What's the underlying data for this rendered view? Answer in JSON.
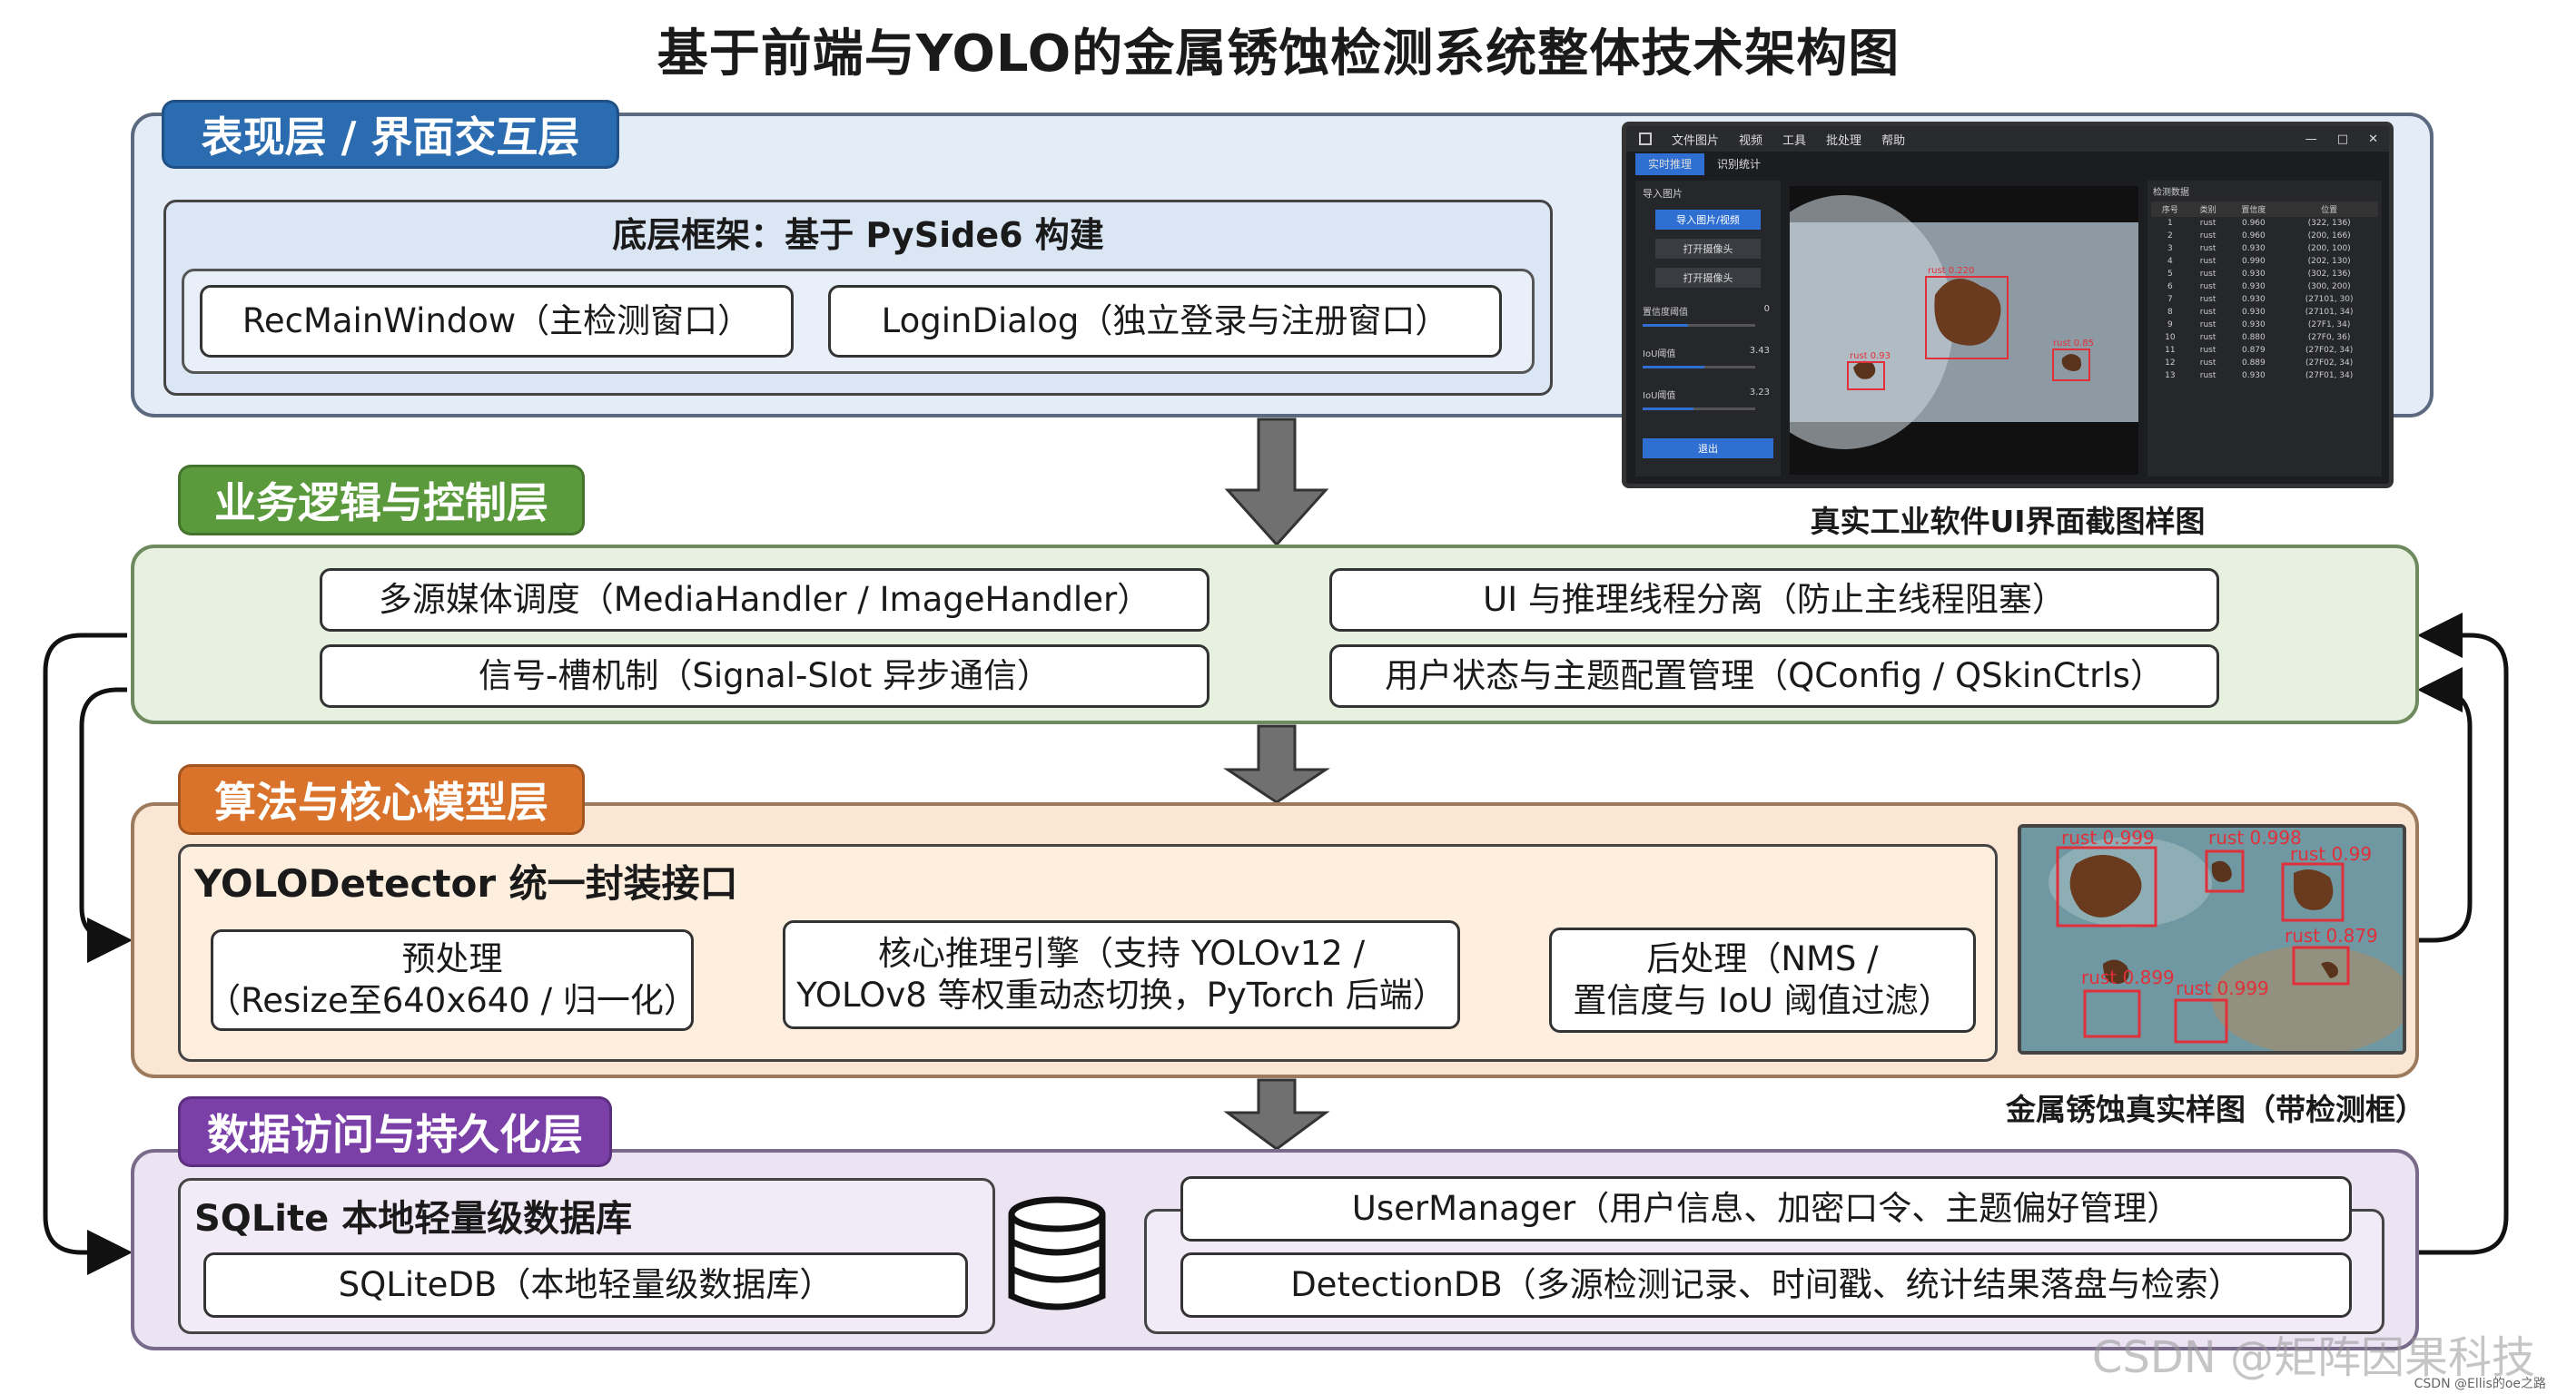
{
  "title": "基于前端与YOLO的金属锈蚀检测系统整体技术架构图",
  "colors": {
    "presentation": "#2b6cb0",
    "presentation_bg": "#e3ecf7",
    "business": "#5b9a3c",
    "business_bg": "#e7f1df",
    "algorithm": "#d9722a",
    "algorithm_bg": "#fbe6d3",
    "data": "#7b3fa8",
    "data_bg": "#ece3f3",
    "arrow": "#707070",
    "detect_box": "#e0303a"
  },
  "presentation": {
    "label": "表现层 / 界面交互层",
    "framework_title": "底层框架：基于 PySide6 构建",
    "main_window": "RecMainWindow（主检测窗口）",
    "login_dialog": "LoginDialog（独立登录与注册窗口）",
    "screenshot_caption": "真实工业软件UI界面截图样图"
  },
  "ui_screenshot": {
    "menu": [
      "文件图片",
      "视频",
      "工具",
      "批处理",
      "帮助"
    ],
    "window_controls": [
      "—",
      "□",
      "✕"
    ],
    "tabs": [
      "实时推理",
      "识别统计"
    ],
    "panel_title": "导入图片",
    "buttons": [
      "导入图片/视频",
      "打开摄像头",
      "打开摄像头"
    ],
    "sliders": [
      {
        "label": "置信度阈值",
        "value": "0",
        "level": 0.4
      },
      {
        "label": "IoU阈值",
        "value": "3.43",
        "level": 0.55
      },
      {
        "label": "IoU阈值",
        "value": "3.23",
        "level": 0.45
      }
    ],
    "run_button": "退出",
    "result_title": "检测数据",
    "table_headers": [
      "序号",
      "类别",
      "置信度",
      "位置"
    ],
    "table_rows": [
      [
        "1",
        "rust",
        "0.960",
        "(322, 136)"
      ],
      [
        "2",
        "rust",
        "0.960",
        "(200, 166)"
      ],
      [
        "3",
        "rust",
        "0.930",
        "(200, 100)"
      ],
      [
        "4",
        "rust",
        "0.990",
        "(202, 130)"
      ],
      [
        "5",
        "rust",
        "0.930",
        "(302, 136)"
      ],
      [
        "6",
        "rust",
        "0.930",
        "(300, 200)"
      ],
      [
        "7",
        "rust",
        "0.930",
        "(27101, 30)"
      ],
      [
        "8",
        "rust",
        "0.930",
        "(27101, 34)"
      ],
      [
        "9",
        "rust",
        "0.930",
        "(27F1, 34)"
      ],
      [
        "10",
        "rust",
        "0.880",
        "(27F0, 36)"
      ],
      [
        "11",
        "rust",
        "0.879",
        "(27F02, 34)"
      ],
      [
        "12",
        "rust",
        "0.889",
        "(27F02, 34)"
      ],
      [
        "13",
        "rust",
        "0.930",
        "(27F01, 34)"
      ]
    ],
    "detections": [
      {
        "label": "rust 0.220"
      },
      {
        "label": "rust 0.85"
      },
      {
        "label": "rust 0.93"
      }
    ]
  },
  "business": {
    "label": "业务逻辑与控制层",
    "items": [
      "多源媒体调度（MediaHandler / ImageHandler）",
      "UI 与推理线程分离（防止主线程阻塞）",
      "信号-槽机制（Signal-Slot 异步通信）",
      "用户状态与主题配置管理（QConfig / QSkinCtrls）"
    ]
  },
  "algorithm": {
    "label": "算法与核心模型层",
    "detector_title": "YOLODetector 统一封装接口",
    "preprocess": [
      "预处理",
      "（Resize至640x640 / 归一化）"
    ],
    "inference": [
      "核心推理引擎（支持 YOLOv12 /",
      "YOLOv8 等权重动态切换，PyTorch 后端）"
    ],
    "postprocess": [
      "后处理（NMS /",
      "置信度与 IoU 阈值过滤）"
    ],
    "sample_caption": "金属锈蚀真实样图（带检测框）",
    "sample_detections": [
      {
        "label": "rust 0.999"
      },
      {
        "label": "rust 0.998"
      },
      {
        "label": "rust 0.99"
      },
      {
        "label": "rust 0.879"
      },
      {
        "label": "rust 0.899"
      },
      {
        "label": "rust 0.999"
      }
    ]
  },
  "data_layer": {
    "label": "数据访问与持久化层",
    "db_title": "SQLite 本地轻量级数据库",
    "sqlite": "SQLiteDB（本地轻量级数据库）",
    "user_manager": "UserManager（用户信息、加密口令、主题偏好管理）",
    "detection_db": "DetectionDB（多源检测记录、时间戳、统计结果落盘与检索）"
  },
  "watermark": "CSDN @矩阵因果科技",
  "footer_note": "CSDN @Ellis的oe之路"
}
